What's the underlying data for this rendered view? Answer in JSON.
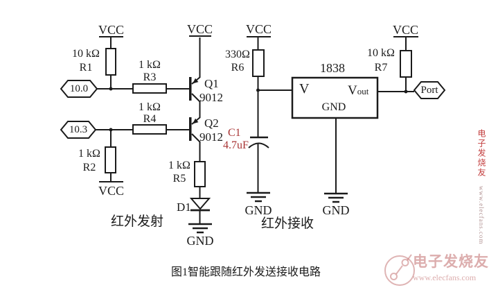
{
  "labels": {
    "vcc": "VCC",
    "gnd": "GND"
  },
  "resistors": {
    "r1": {
      "value": "10 kΩ",
      "ref": "R1"
    },
    "r2": {
      "value": "1 kΩ",
      "ref": "R2"
    },
    "r3": {
      "value": "1 kΩ",
      "ref": "R3"
    },
    "r4": {
      "value": "1 kΩ",
      "ref": "R4"
    },
    "r5": {
      "value": "1 kΩ",
      "ref": "R5"
    },
    "r6": {
      "value": "330Ω",
      "ref": "R6"
    },
    "r7": {
      "value": "10 kΩ",
      "ref": "R7"
    }
  },
  "transistors": {
    "q1": {
      "ref": "Q1",
      "part": "9012"
    },
    "q2": {
      "ref": "Q2",
      "part": "9012"
    }
  },
  "capacitor": {
    "ref": "C1",
    "value": "4.7uF"
  },
  "diode": {
    "ref": "D1"
  },
  "ic": {
    "part": "1838",
    "pin_v": "V",
    "pin_vout_main": "V",
    "pin_vout_sub": "out",
    "pin_gnd": "GND"
  },
  "ports": {
    "in1": "10.0",
    "in2": "10.3",
    "out": "Port"
  },
  "sections": {
    "transmit": "红外发射",
    "receive": "红外接收"
  },
  "caption": "图1智能跟随红外发送接收电路",
  "watermark": {
    "brand": "电子发烧友",
    "url": "www.elecfans.com"
  },
  "colors": {
    "line": "#1a1a1a",
    "annotation_red": "#a83434"
  }
}
